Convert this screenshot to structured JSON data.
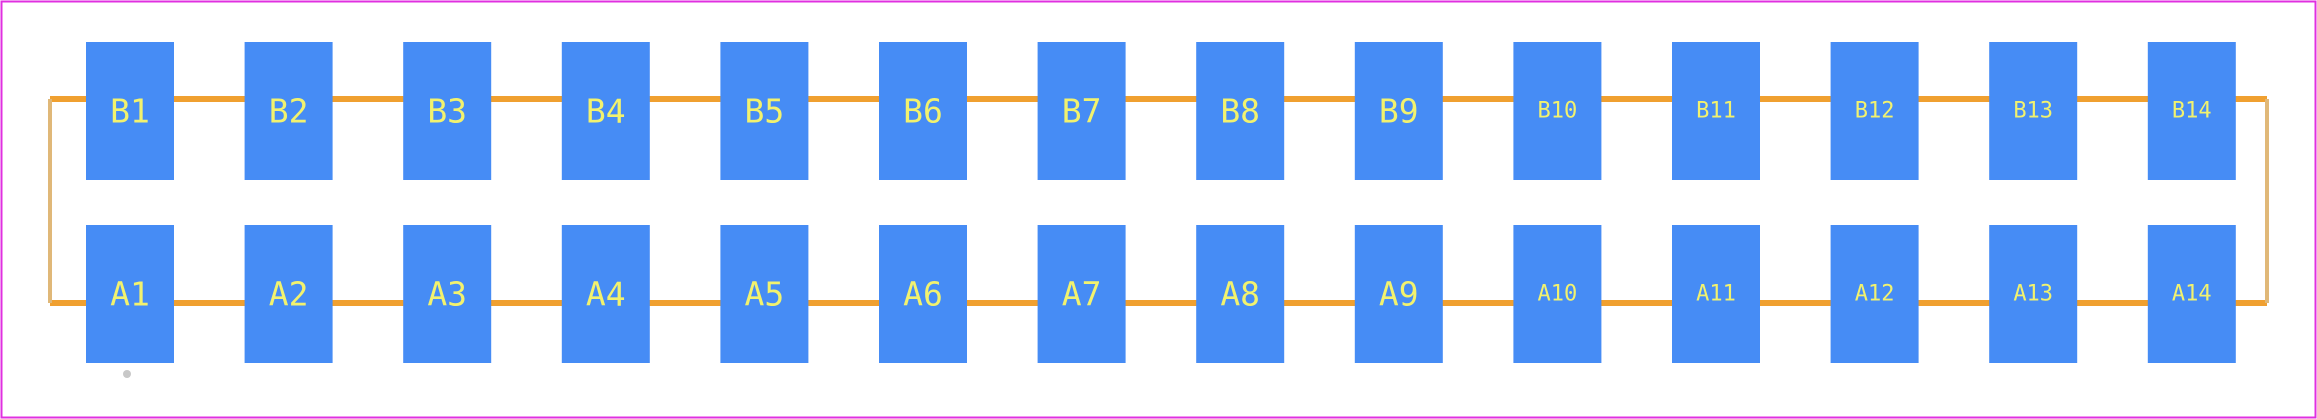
{
  "colors": {
    "background": "#ffffff",
    "border": "#e030e0",
    "pad": "#468cf5",
    "pad_label": "#f2f26e",
    "trace": "#f0a030",
    "trace_end": "#e0b878",
    "pin1_marker": "#c8c8c8"
  },
  "rows": [
    {
      "name": "top-row",
      "pads": [
        "B1",
        "B2",
        "B3",
        "B4",
        "B5",
        "B6",
        "B7",
        "B8",
        "B9",
        "B10",
        "B11",
        "B12",
        "B13",
        "B14"
      ]
    },
    {
      "name": "bottom-row",
      "pads": [
        "A1",
        "A2",
        "A3",
        "A4",
        "A5",
        "A6",
        "A7",
        "A8",
        "A9",
        "A10",
        "A11",
        "A12",
        "A13",
        "A14"
      ]
    }
  ]
}
